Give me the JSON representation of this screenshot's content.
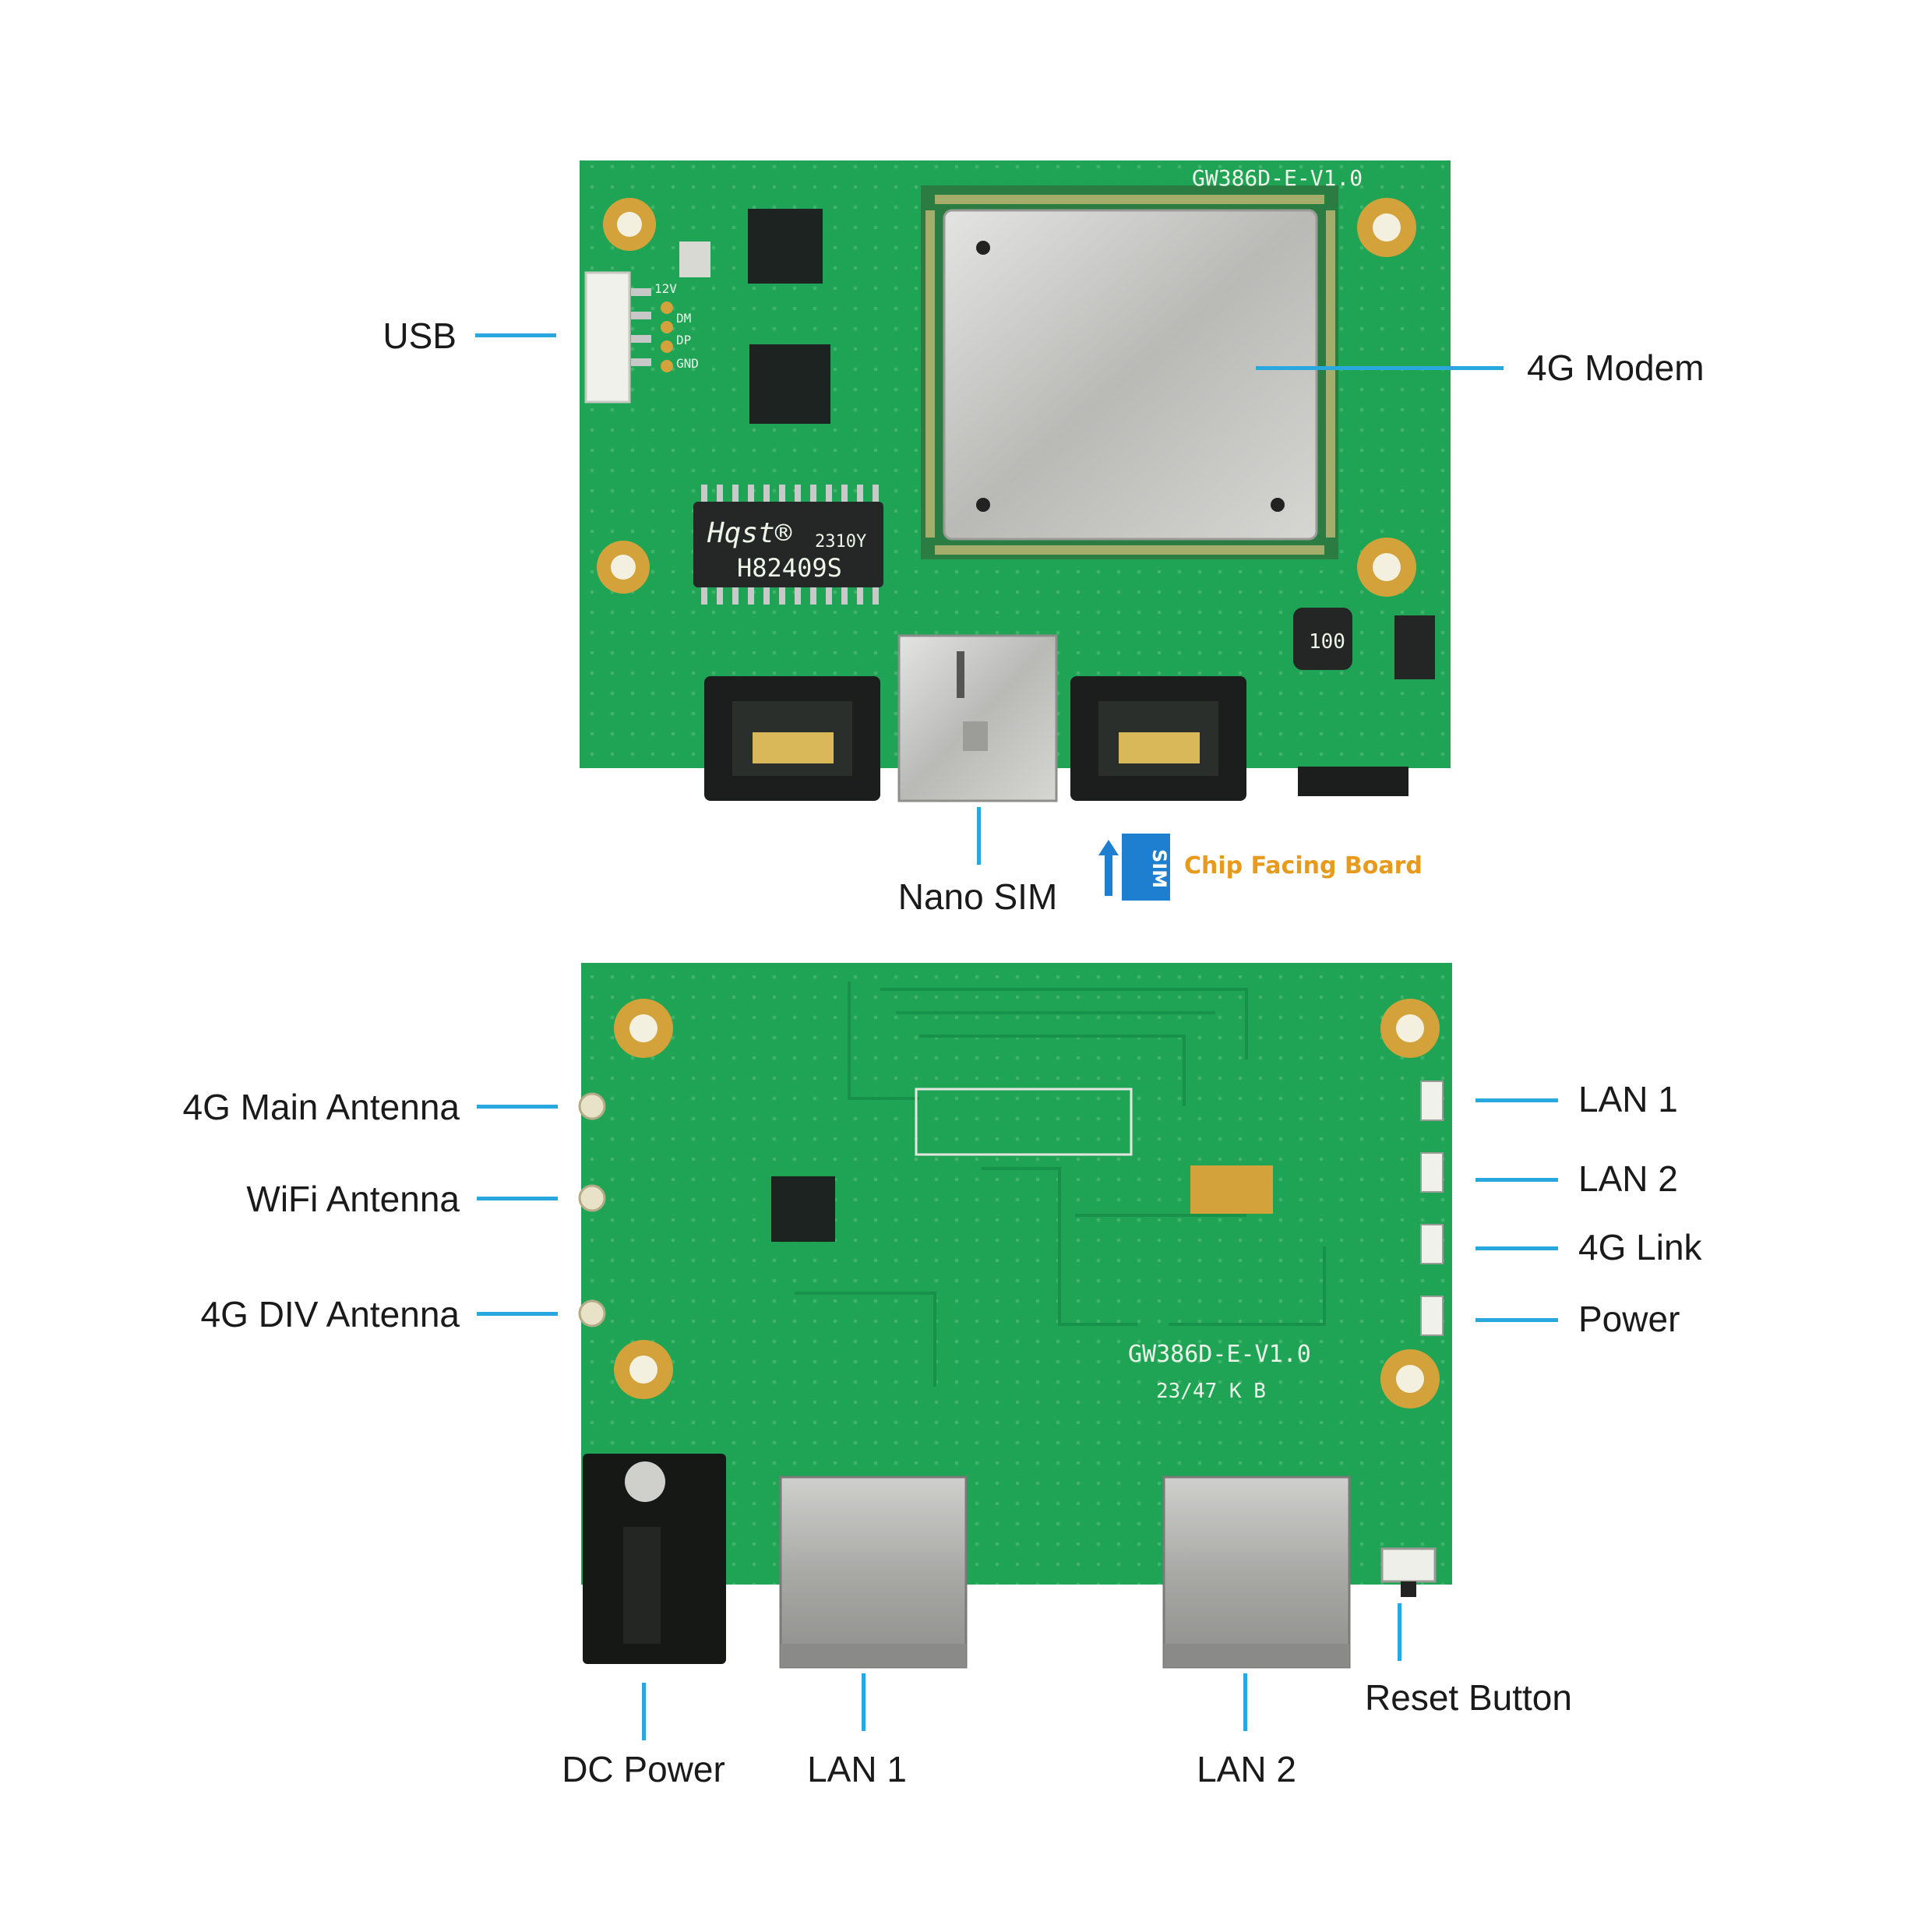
{
  "colors": {
    "pcb": "#1fa456",
    "pcb_dark": "#148a43",
    "leader": "#29a8e0",
    "gold": "#d4a23a",
    "sim_blue": "#1e7fd0",
    "note_orange": "#e89a1c"
  },
  "top_board": {
    "silkscreen_model": "GW386D-E-V1.0",
    "transformer_brand": "Hqst®",
    "transformer_code": "2310Y",
    "transformer_part": "H82409S",
    "inductor_mark": "100",
    "usb_pins": [
      "12V",
      "DM",
      "DP",
      "GND"
    ],
    "labels": {
      "usb": "USB",
      "modem": "4G Modem",
      "nano_sim": "Nano SIM"
    },
    "sim_hint": {
      "badge": "SIM",
      "text": "Chip Facing Board",
      "icon": "arrow-up-icon"
    }
  },
  "bottom_board": {
    "silkscreen_model": "GW386D-E-V1.0",
    "date_code": "23/47 K B",
    "labels_left": [
      "4G Main Antenna",
      "WiFi Antenna",
      "4G DIV Antenna"
    ],
    "labels_right": [
      "LAN 1",
      "LAN 2",
      "4G Link",
      "Power"
    ],
    "labels_bottom": {
      "dc_power": "DC Power",
      "lan1": "LAN 1",
      "lan2": "LAN 2",
      "reset": "Reset  Button"
    }
  }
}
